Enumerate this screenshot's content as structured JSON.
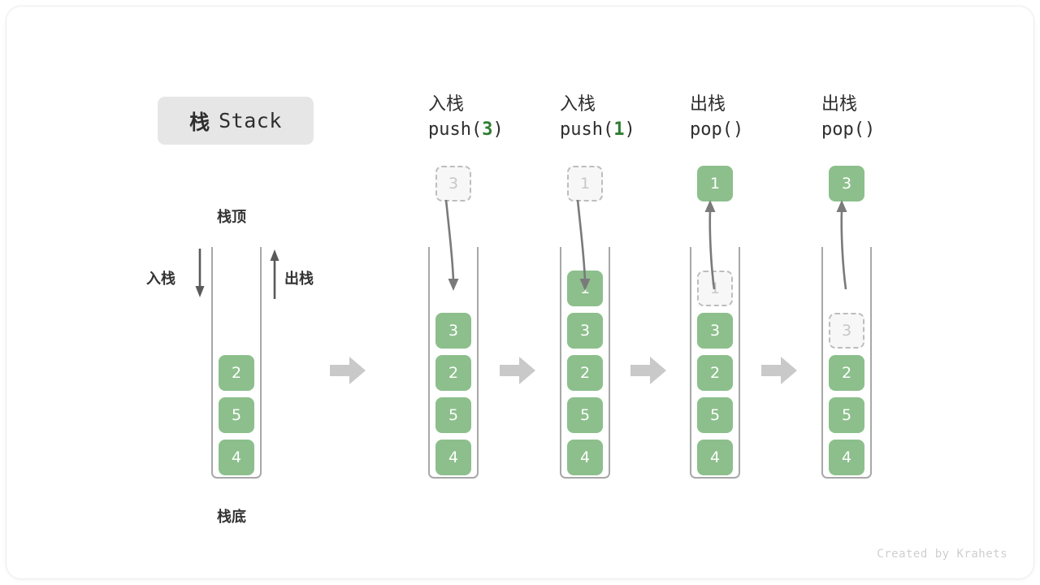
{
  "title": {
    "cn": "栈",
    "en": "Stack"
  },
  "labels": {
    "top": "栈顶",
    "bottom": "栈底",
    "push_side": "入栈",
    "pop_side": "出栈"
  },
  "colors": {
    "cell_green": "#8cbf8c",
    "accent_green": "#2f7d32",
    "ghost_fill": "#f7f7f7",
    "ghost_border": "#bdbdbd",
    "container_line": "#a8a8a8",
    "step_arrow": "#c9c9c9",
    "badge_bg": "#e6e6e6",
    "text_dark": "#2e2e2e"
  },
  "initial_stack": {
    "cells": [
      "2",
      "5",
      "4"
    ]
  },
  "steps": [
    {
      "head_cn": "入栈",
      "head_code_prefix": "push(",
      "head_code_arg": "3",
      "head_code_suffix": ")",
      "floating": {
        "value": "3",
        "style": "ghost"
      },
      "arrow": "down",
      "cells": [
        {
          "value": "3",
          "style": "solid"
        },
        {
          "value": "2",
          "style": "solid"
        },
        {
          "value": "5",
          "style": "solid"
        },
        {
          "value": "4",
          "style": "solid"
        }
      ]
    },
    {
      "head_cn": "入栈",
      "head_code_prefix": "push(",
      "head_code_arg": "1",
      "head_code_suffix": ")",
      "floating": {
        "value": "1",
        "style": "ghost"
      },
      "arrow": "down",
      "cells": [
        {
          "value": "1",
          "style": "solid"
        },
        {
          "value": "3",
          "style": "solid"
        },
        {
          "value": "2",
          "style": "solid"
        },
        {
          "value": "5",
          "style": "solid"
        },
        {
          "value": "4",
          "style": "solid"
        }
      ]
    },
    {
      "head_cn": "出栈",
      "head_code_prefix": "pop(",
      "head_code_arg": "",
      "head_code_suffix": ")",
      "floating": {
        "value": "1",
        "style": "solid"
      },
      "arrow": "up",
      "cells": [
        {
          "value": "1",
          "style": "ghost"
        },
        {
          "value": "3",
          "style": "solid"
        },
        {
          "value": "2",
          "style": "solid"
        },
        {
          "value": "5",
          "style": "solid"
        },
        {
          "value": "4",
          "style": "solid"
        }
      ]
    },
    {
      "head_cn": "出栈",
      "head_code_prefix": "pop(",
      "head_code_arg": "",
      "head_code_suffix": ")",
      "floating": {
        "value": "3",
        "style": "solid"
      },
      "arrow": "up",
      "cells": [
        {
          "value": "3",
          "style": "ghost"
        },
        {
          "value": "2",
          "style": "solid"
        },
        {
          "value": "5",
          "style": "solid"
        },
        {
          "value": "4",
          "style": "solid"
        }
      ]
    }
  ],
  "footer": "Created by Krahets"
}
